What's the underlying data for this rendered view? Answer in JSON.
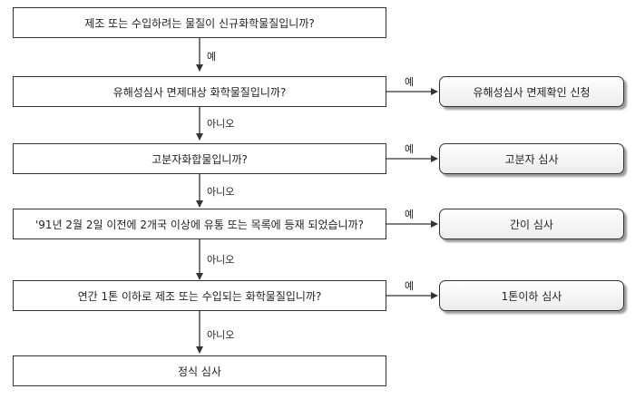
{
  "questions": [
    "제조 또는 수입하려는 물질이 신규화학물질입니까?",
    "유해성심사 면제대상 화학물질입니까?",
    "고분자화합물입니까?",
    "'91년 2월 2일 이전에 2개국 이상에 유통 또는 목록에 등재 되었습니까?",
    "연간 1톤 이하로 제조 또는 수입되는 화학물질입니까?"
  ],
  "results": [
    "유해성심사 면제확인 신청",
    "고분자 심사",
    "간이 심사",
    "1톤이하 심사"
  ],
  "final": "정식 심사",
  "labels": {
    "yes": "예",
    "no": "아니오"
  }
}
